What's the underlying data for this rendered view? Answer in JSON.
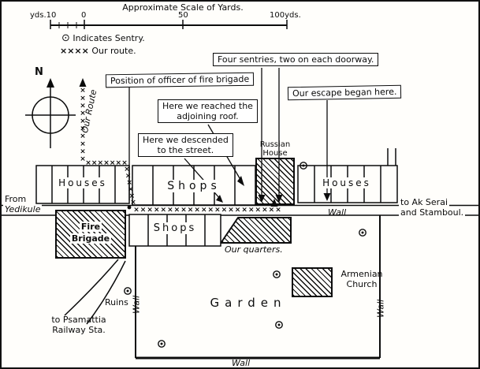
{
  "scale": {
    "title": "Approximate Scale of Yards.",
    "ticks": {
      "left": "yds.10",
      "zero": "0",
      "mid": "50",
      "right": "100yds."
    }
  },
  "legend": {
    "sentry_symbol": "⊙",
    "sentry_label": "Indicates Sentry.",
    "route_symbol": "××××",
    "route_mark": "×",
    "route_label": "Our route."
  },
  "compass": {
    "north": "N"
  },
  "route": {
    "label": "Our Route"
  },
  "callouts": {
    "four_sentries": "Four sentries, two on each doorway.",
    "officer": "Position of officer of fire brigade",
    "escape": "Our escape began here.",
    "roof": {
      "line1": "Here we reached the",
      "line2": "adjoining roof."
    },
    "descended": {
      "line1": "Here we descended",
      "line2": "to the street."
    }
  },
  "buildings": {
    "houses_left": "Houses",
    "shops_top": "Shops",
    "russian_house": {
      "line1": "Russian",
      "line2": "House"
    },
    "houses_right": "Houses",
    "fire_brigade": {
      "line1": "Fire",
      "line2": "Brigade"
    },
    "shops_lower": "Shops",
    "our_quarters": "Our quarters.",
    "armenian_church": {
      "line1": "Armenian",
      "line2": "Church"
    }
  },
  "roads": {
    "west": {
      "line1": "From",
      "line2": "Yedikule"
    },
    "east": {
      "line1": "to Ak Serai",
      "line2": "and Stamboul."
    },
    "south": {
      "line1": "to Psamattia",
      "line2": "Railway Sta."
    }
  },
  "areas": {
    "garden": "Garden",
    "ruins": "Ruins"
  },
  "walls": {
    "street": "Wall",
    "left": "Wall",
    "right": "Wall",
    "bottom": "Wall"
  }
}
